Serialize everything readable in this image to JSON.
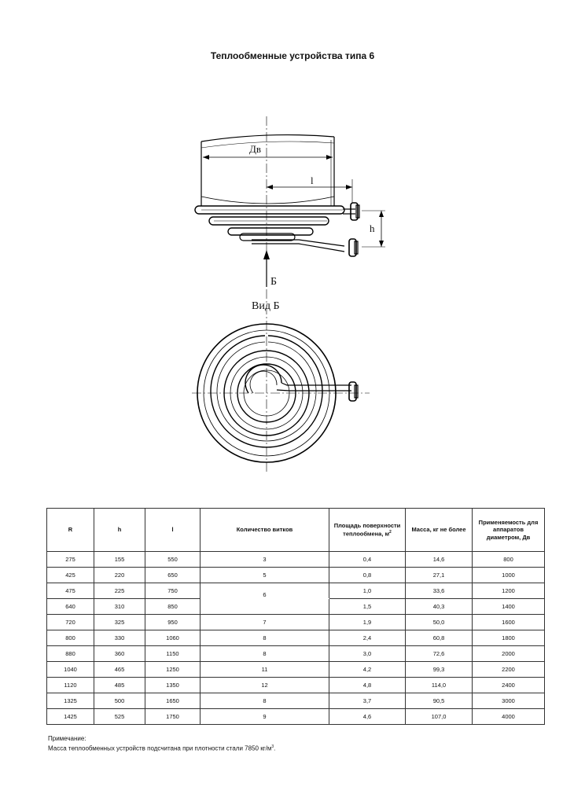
{
  "document": {
    "title": "Теплообменные устройства типа 6"
  },
  "drawing": {
    "label_dv": "Дв",
    "label_l": "l",
    "label_h": "h",
    "label_arrow": "Б",
    "view_label": "Вид Б"
  },
  "table": {
    "headers": {
      "r": "R",
      "h": "h",
      "l": "l",
      "turns": "Количество витков",
      "area": "Площадь поверхности теплообмена, м",
      "area_sup": "2",
      "mass": "Масса, кг не более",
      "usage": "Применяемость для аппаратов диаметром, Дв"
    },
    "rows": [
      {
        "r": "275",
        "h": "155",
        "l": "550",
        "turns": "3",
        "area": "0,4",
        "mass": "14,6",
        "usage": "800"
      },
      {
        "r": "425",
        "h": "220",
        "l": "650",
        "turns": "5",
        "area": "0,8",
        "mass": "27,1",
        "usage": "1000"
      },
      {
        "r": "475",
        "h": "225",
        "l": "750",
        "turns": "6",
        "area": "1,0",
        "mass": "33,6",
        "usage": "1200"
      },
      {
        "r": "640",
        "h": "310",
        "l": "850",
        "turns": "",
        "area": "1,5",
        "mass": "40,3",
        "usage": "1400"
      },
      {
        "r": "720",
        "h": "325",
        "l": "950",
        "turns": "7",
        "area": "1,9",
        "mass": "50,0",
        "usage": "1600"
      },
      {
        "r": "800",
        "h": "330",
        "l": "1060",
        "turns": "8",
        "area": "2,4",
        "mass": "60,8",
        "usage": "1800"
      },
      {
        "r": "880",
        "h": "360",
        "l": "1150",
        "turns": "8",
        "area": "3,0",
        "mass": "72,6",
        "usage": "2000"
      },
      {
        "r": "1040",
        "h": "465",
        "l": "1250",
        "turns": "11",
        "area": "4,2",
        "mass": "99,3",
        "usage": "2200"
      },
      {
        "r": "1120",
        "h": "485",
        "l": "1350",
        "turns": "12",
        "area": "4,8",
        "mass": "114,0",
        "usage": "2400"
      },
      {
        "r": "1325",
        "h": "500",
        "l": "1650",
        "turns": "8",
        "area": "3,7",
        "mass": "90,5",
        "usage": "3000"
      },
      {
        "r": "1425",
        "h": "525",
        "l": "1750",
        "turns": "9",
        "area": "4,6",
        "mass": "107,0",
        "usage": "4000"
      }
    ]
  },
  "note": {
    "heading": "Примечание:",
    "text": "Масса теплообменных устройств подсчитана при плотности стали 7850 кг/м",
    "text_sup": "3",
    "text_end": "."
  }
}
